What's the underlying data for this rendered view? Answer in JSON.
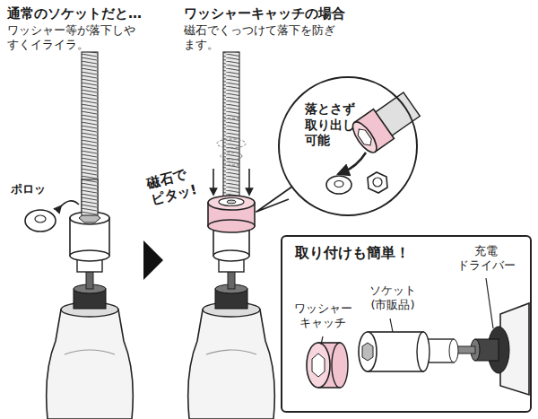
{
  "diagram": {
    "nodes": [
      {
        "text": [
          "落とさず 取り出し 可能"
        ]
      },
      {
        "text": [
          "取り付けも簡単！"
        ]
      }
    ],
    "labels": [
      "通常のソケットだと…",
      "ワッシャー等が落下しやすくイライラ。",
      "ポロッ",
      "ワッシャーキャッチの場合",
      "磁石でくっつけて落下を防ぎます。",
      "磁石で ピタッ!",
      "ワッシャー キャッチ",
      "ソケット (市販品)",
      "充電 ドライバー"
    ]
  }
}
